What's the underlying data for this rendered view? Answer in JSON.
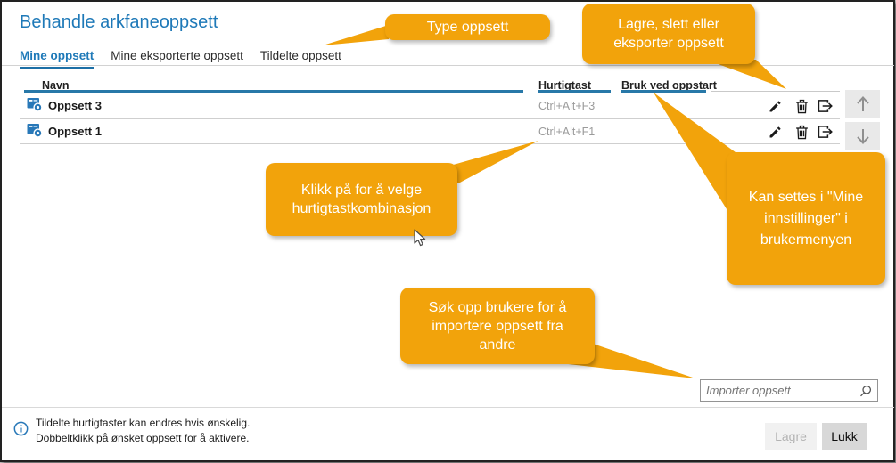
{
  "dialog": {
    "title": "Behandle arkfaneoppsett"
  },
  "tabs": [
    {
      "label": "Mine oppsett",
      "active": true
    },
    {
      "label": "Mine eksporterte oppsett",
      "active": false
    },
    {
      "label": "Tildelte oppsett",
      "active": false
    }
  ],
  "table": {
    "columns": {
      "name": "Navn",
      "shortcut": "Hurtigtast",
      "startup": "Bruk ved oppstart"
    },
    "rows": [
      {
        "name": "Oppsett 3",
        "shortcut": "Ctrl+Alt+F3"
      },
      {
        "name": "Oppsett 1",
        "shortcut": "Ctrl+Alt+F1"
      }
    ]
  },
  "import_search": {
    "placeholder": "Importer oppsett"
  },
  "footer": {
    "info_line1": "Tildelte hurtigtaster kan endres hvis ønskelig.",
    "info_line2": "Dobbeltklikk på ønsket oppsett for å aktivere.",
    "save_label": "Lagre",
    "close_label": "Lukk"
  },
  "callouts": {
    "type_oppsett": {
      "lines": [
        "Type oppsett"
      ]
    },
    "lagre_slett": {
      "lines": [
        "Lagre, slett eller",
        "eksporter oppsett"
      ]
    },
    "klikk_pa": {
      "lines": [
        "Klikk på for å velge",
        "hurtigtastkombinasjon"
      ]
    },
    "kan_settes": {
      "lines": [
        "Kan settes i \"Mine",
        "innstillinger\" i",
        "brukermenyen"
      ]
    },
    "sok_opp": {
      "lines": [
        "Søk opp brukere for å",
        "importere oppsett fra",
        "andre"
      ]
    }
  },
  "colors": {
    "callout_orange": "#F2A30B",
    "brand_blue": "#1E79B8",
    "header_underline": "#2878a8"
  }
}
